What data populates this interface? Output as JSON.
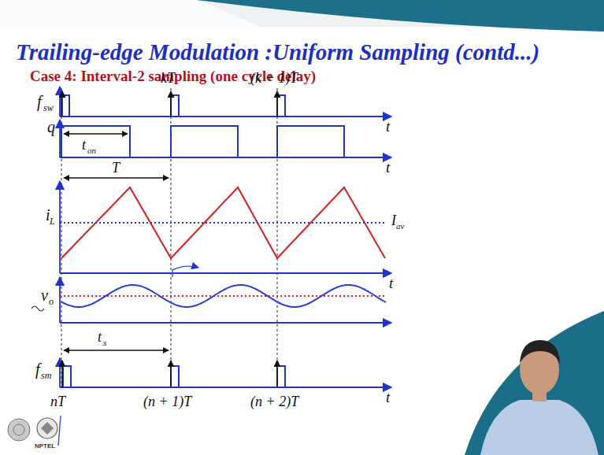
{
  "diagram": {
    "title": "Trailing-edge Modulation :Uniform Sampling (contd...)",
    "labels": [
      "Case 4: Interval-2 sampling (one cycle delay)",
      "f",
      "sw",
      "kT",
      "(k + 1)T",
      "t",
      "q",
      "t",
      "on",
      "t",
      "T",
      "i",
      "L",
      "I",
      "av",
      "t",
      "v",
      "o",
      "f",
      "sm",
      "t",
      "s",
      "nT",
      "(n + 1)T",
      "(n + 2)T",
      "t",
      "NPTEL"
    ]
  }
}
